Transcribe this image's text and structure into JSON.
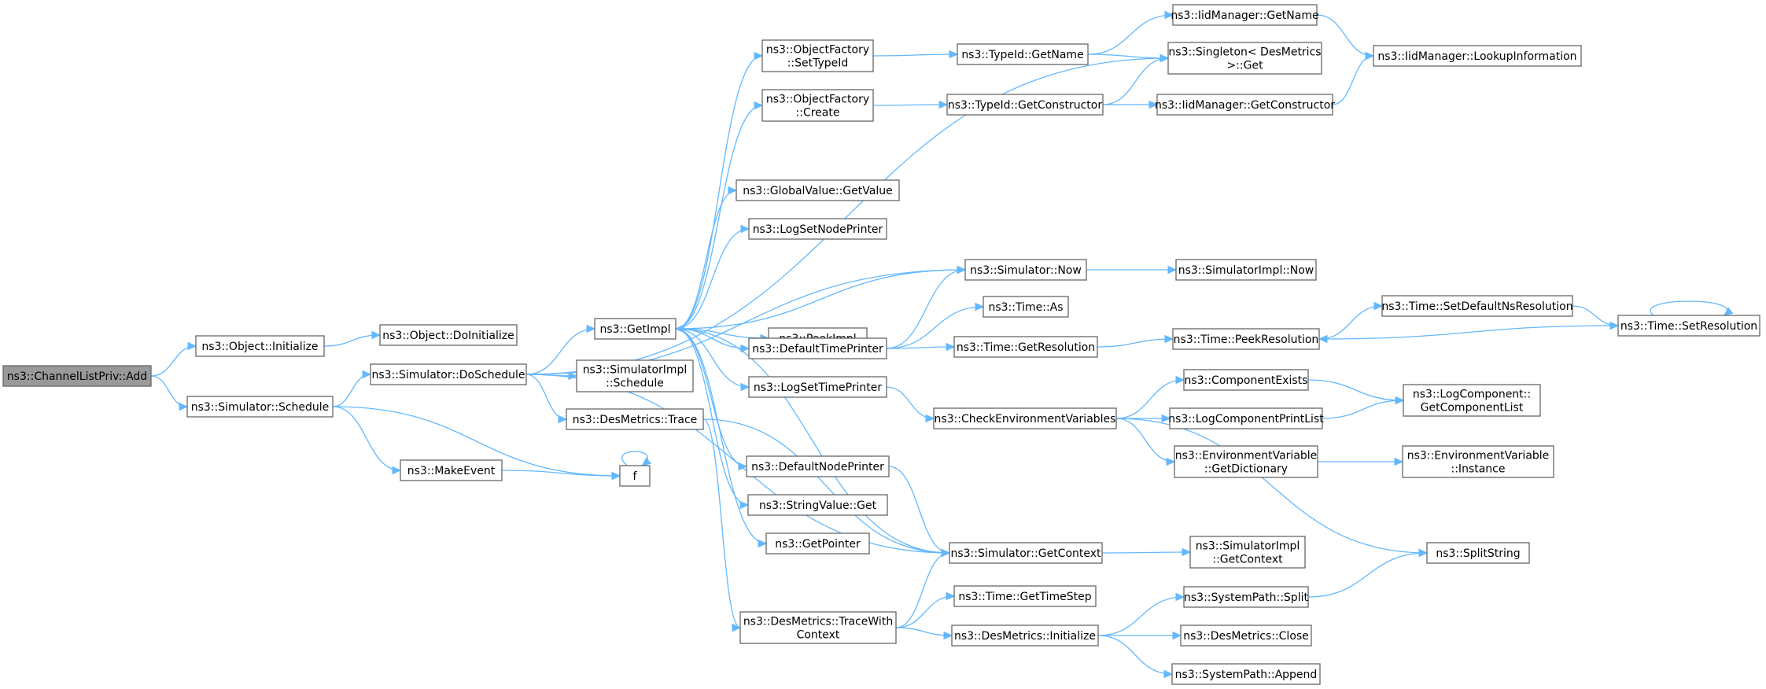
{
  "colors": {
    "edge": "#63b8ff",
    "node_border": "#666666",
    "root_fill": "#999999",
    "node_fill": "#ffffff"
  },
  "nodes": [
    {
      "id": "add",
      "label": [
        "ns3::ChannelListPriv::Add"
      ],
      "root": true
    },
    {
      "id": "obj_init",
      "label": [
        "ns3::Object::Initialize"
      ]
    },
    {
      "id": "obj_doinit",
      "label": [
        "ns3::Object::DoInitialize"
      ]
    },
    {
      "id": "sim_sched",
      "label": [
        "ns3::Simulator::Schedule"
      ]
    },
    {
      "id": "sim_dosched",
      "label": [
        "ns3::Simulator::DoSchedule"
      ]
    },
    {
      "id": "makeevent",
      "label": [
        "ns3::MakeEvent"
      ]
    },
    {
      "id": "f",
      "label": [
        "f"
      ]
    },
    {
      "id": "getimpl",
      "label": [
        "ns3::GetImpl"
      ]
    },
    {
      "id": "simimpl_sched",
      "label": [
        "ns3::SimulatorImpl",
        "::Schedule"
      ]
    },
    {
      "id": "des_trace",
      "label": [
        "ns3::DesMetrics::Trace"
      ]
    },
    {
      "id": "of_settypeid",
      "label": [
        "ns3::ObjectFactory",
        "::SetTypeId"
      ]
    },
    {
      "id": "of_create",
      "label": [
        "ns3::ObjectFactory",
        "::Create"
      ]
    },
    {
      "id": "gv_getvalue",
      "label": [
        "ns3::GlobalValue::GetValue"
      ]
    },
    {
      "id": "logsetnode",
      "label": [
        "ns3::LogSetNodePrinter"
      ]
    },
    {
      "id": "peekimpl",
      "label": [
        "ns3::PeekImpl"
      ]
    },
    {
      "id": "deftimeprinter",
      "label": [
        "ns3::DefaultTimePrinter"
      ]
    },
    {
      "id": "logsettime",
      "label": [
        "ns3::LogSetTimePrinter"
      ]
    },
    {
      "id": "defnodeprinter",
      "label": [
        "ns3::DefaultNodePrinter"
      ]
    },
    {
      "id": "stringvalue_get",
      "label": [
        "ns3::StringValue::Get"
      ]
    },
    {
      "id": "getpointer",
      "label": [
        "ns3::GetPointer"
      ]
    },
    {
      "id": "des_tracewith",
      "label": [
        "ns3::DesMetrics::TraceWith",
        "Context"
      ]
    },
    {
      "id": "typeid_getname",
      "label": [
        "ns3::TypeId::GetName"
      ]
    },
    {
      "id": "typeid_getctor",
      "label": [
        "ns3::TypeId::GetConstructor"
      ]
    },
    {
      "id": "sim_now",
      "label": [
        "ns3::Simulator::Now"
      ]
    },
    {
      "id": "time_as",
      "label": [
        "ns3::Time::As"
      ]
    },
    {
      "id": "time_getres",
      "label": [
        "ns3::Time::GetResolution"
      ]
    },
    {
      "id": "checkenv",
      "label": [
        "ns3::CheckEnvironmentVariables"
      ]
    },
    {
      "id": "sim_getctx",
      "label": [
        "ns3::Simulator::GetContext"
      ]
    },
    {
      "id": "time_getstep",
      "label": [
        "ns3::Time::GetTimeStep"
      ]
    },
    {
      "id": "des_init",
      "label": [
        "ns3::DesMetrics::Initialize"
      ]
    },
    {
      "id": "iid_getname",
      "label": [
        "ns3::IidManager::GetName"
      ]
    },
    {
      "id": "singleton",
      "label": [
        "ns3::Singleton< DesMetrics",
        " >::Get"
      ]
    },
    {
      "id": "iid_getctor",
      "label": [
        "ns3::IidManager::GetConstructor"
      ]
    },
    {
      "id": "simimpl_now",
      "label": [
        "ns3::SimulatorImpl::Now"
      ]
    },
    {
      "id": "time_peekres",
      "label": [
        "ns3::Time::PeekResolution"
      ]
    },
    {
      "id": "comp_exists",
      "label": [
        "ns3::ComponentExists"
      ]
    },
    {
      "id": "logcomp_print",
      "label": [
        "ns3::LogComponentPrintList"
      ]
    },
    {
      "id": "envvar_getdict",
      "label": [
        "ns3::EnvironmentVariable",
        "::GetDictionary"
      ]
    },
    {
      "id": "simimpl_getctx",
      "label": [
        "ns3::SimulatorImpl",
        "::GetContext"
      ]
    },
    {
      "id": "syspath_split",
      "label": [
        "ns3::SystemPath::Split"
      ]
    },
    {
      "id": "des_close",
      "label": [
        "ns3::DesMetrics::Close"
      ]
    },
    {
      "id": "syspath_append",
      "label": [
        "ns3::SystemPath::Append"
      ]
    },
    {
      "id": "iid_lookup",
      "label": [
        "ns3::IidManager::LookupInformation"
      ]
    },
    {
      "id": "time_setdefns",
      "label": [
        "ns3::Time::SetDefaultNsResolution"
      ]
    },
    {
      "id": "logcomp_getlist",
      "label": [
        "ns3::LogComponent::",
        "GetComponentList"
      ]
    },
    {
      "id": "envvar_instance",
      "label": [
        "ns3::EnvironmentVariable",
        "::Instance"
      ]
    },
    {
      "id": "splitstring",
      "label": [
        "ns3::SplitString"
      ]
    },
    {
      "id": "time_setres",
      "label": [
        "ns3::Time::SetResolution"
      ]
    }
  ],
  "edges": [
    [
      "add",
      "obj_init"
    ],
    [
      "add",
      "sim_sched"
    ],
    [
      "obj_init",
      "obj_doinit"
    ],
    [
      "sim_sched",
      "sim_dosched"
    ],
    [
      "sim_sched",
      "makeevent"
    ],
    [
      "sim_sched",
      "f"
    ],
    [
      "makeevent",
      "f"
    ],
    [
      "f",
      "f"
    ],
    [
      "sim_dosched",
      "getimpl"
    ],
    [
      "sim_dosched",
      "simimpl_sched"
    ],
    [
      "sim_dosched",
      "des_trace"
    ],
    [
      "sim_dosched",
      "singleton"
    ],
    [
      "sim_dosched",
      "sim_now"
    ],
    [
      "sim_dosched",
      "sim_getctx"
    ],
    [
      "getimpl",
      "of_settypeid"
    ],
    [
      "getimpl",
      "of_create"
    ],
    [
      "getimpl",
      "gv_getvalue"
    ],
    [
      "getimpl",
      "logsetnode"
    ],
    [
      "getimpl",
      "peekimpl"
    ],
    [
      "getimpl",
      "deftimeprinter"
    ],
    [
      "getimpl",
      "logsettime"
    ],
    [
      "getimpl",
      "defnodeprinter"
    ],
    [
      "getimpl",
      "stringvalue_get"
    ],
    [
      "getimpl",
      "getpointer"
    ],
    [
      "des_trace",
      "des_tracewith"
    ],
    [
      "des_trace",
      "sim_getctx"
    ],
    [
      "of_settypeid",
      "typeid_getname"
    ],
    [
      "of_create",
      "typeid_getctor"
    ],
    [
      "typeid_getname",
      "iid_getname"
    ],
    [
      "typeid_getname",
      "singleton"
    ],
    [
      "typeid_getctor",
      "iid_getctor"
    ],
    [
      "typeid_getctor",
      "singleton"
    ],
    [
      "iid_getname",
      "iid_lookup"
    ],
    [
      "iid_getctor",
      "iid_lookup"
    ],
    [
      "deftimeprinter",
      "sim_now"
    ],
    [
      "deftimeprinter",
      "time_as"
    ],
    [
      "deftimeprinter",
      "time_getres"
    ],
    [
      "sim_now",
      "getimpl"
    ],
    [
      "sim_now",
      "simimpl_now"
    ],
    [
      "time_getres",
      "time_peekres"
    ],
    [
      "time_peekres",
      "time_setdefns"
    ],
    [
      "time_setdefns",
      "time_setres"
    ],
    [
      "time_setres",
      "time_peekres"
    ],
    [
      "time_setres",
      "time_setres"
    ],
    [
      "logsettime",
      "checkenv"
    ],
    [
      "defnodeprinter",
      "sim_getctx"
    ],
    [
      "checkenv",
      "comp_exists"
    ],
    [
      "checkenv",
      "logcomp_print"
    ],
    [
      "checkenv",
      "envvar_getdict"
    ],
    [
      "checkenv",
      "splitstring"
    ],
    [
      "comp_exists",
      "logcomp_getlist"
    ],
    [
      "logcomp_print",
      "logcomp_getlist"
    ],
    [
      "envvar_getdict",
      "envvar_instance"
    ],
    [
      "sim_getctx",
      "getimpl"
    ],
    [
      "sim_getctx",
      "simimpl_getctx"
    ],
    [
      "des_tracewith",
      "sim_getctx"
    ],
    [
      "des_tracewith",
      "time_getstep"
    ],
    [
      "des_tracewith",
      "des_init"
    ],
    [
      "des_init",
      "syspath_split"
    ],
    [
      "des_init",
      "des_close"
    ],
    [
      "des_init",
      "syspath_append"
    ],
    [
      "syspath_split",
      "splitstring"
    ]
  ]
}
